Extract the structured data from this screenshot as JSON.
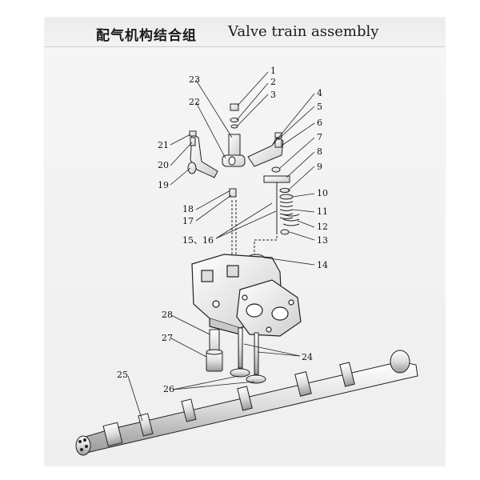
{
  "header": {
    "title_cn": "配气机构结合组",
    "title_en": "Valve train assembly"
  },
  "labels": [
    "1",
    "2",
    "3",
    "4",
    "5",
    "6",
    "7",
    "8",
    "9",
    "10",
    "11",
    "12",
    "13",
    "14",
    "15、16",
    "17",
    "18",
    "19",
    "20",
    "21",
    "22",
    "23",
    "24",
    "25",
    "26",
    "27",
    "28"
  ]
}
